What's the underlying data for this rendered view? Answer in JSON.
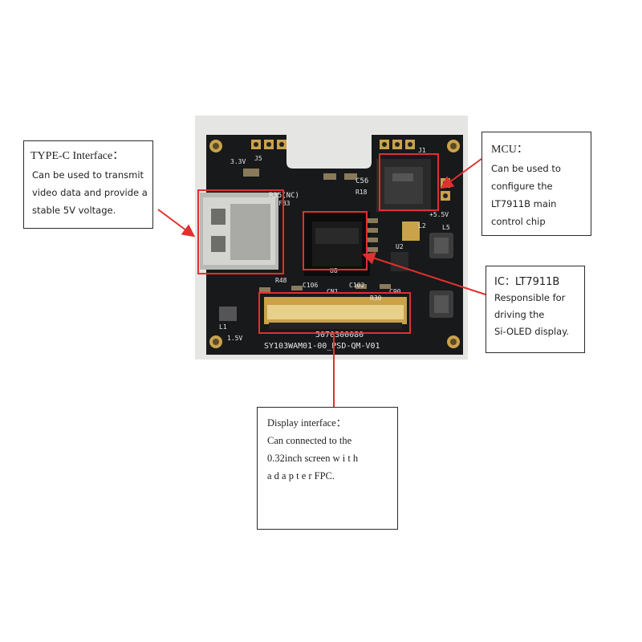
{
  "board": {
    "silkscreen": {
      "j5": "J5",
      "v33": "3.3V",
      "fb3": "FB3",
      "r35": "R35(NC)",
      "c56": "C56",
      "r18": "R18",
      "j1": "J1",
      "v55": "+5.5V",
      "l2": "L2",
      "l5": "L5",
      "u2": "U2",
      "cn1": "CN1",
      "c106": "C106",
      "c102": "C102",
      "r48": "R48",
      "r30": "R30",
      "c90": "C90",
      "v15": "1.5V",
      "l1": "L1",
      "u8": "U8",
      "part_no": "5070300080",
      "model": "SY103WAM01-00_PSD-QM-V01"
    }
  },
  "callouts": {
    "typec": {
      "title": "TYPE-C Interface：",
      "lines": [
        "Can be used to transmit",
        "video data and provide a",
        "stable 5V voltage."
      ]
    },
    "mcu": {
      "title": "MCU：",
      "lines": [
        "Can be used to",
        "configure the",
        "LT7911B main",
        "control chip"
      ]
    },
    "ic": {
      "title": "IC：LT7911B",
      "lines": [
        "Responsible for",
        "driving the",
        "Si-OLED display."
      ]
    },
    "display": {
      "lines": [
        "Display interface：",
        "Can connected to the",
        "0.32inch screen w i t h",
        "a d a p t e r   FPC."
      ]
    }
  },
  "colors": {
    "pcb": "#17191a",
    "highlight": "#e0302f",
    "pad_gold": "#c9a24a",
    "silkscreen": "#e8e8e8"
  }
}
